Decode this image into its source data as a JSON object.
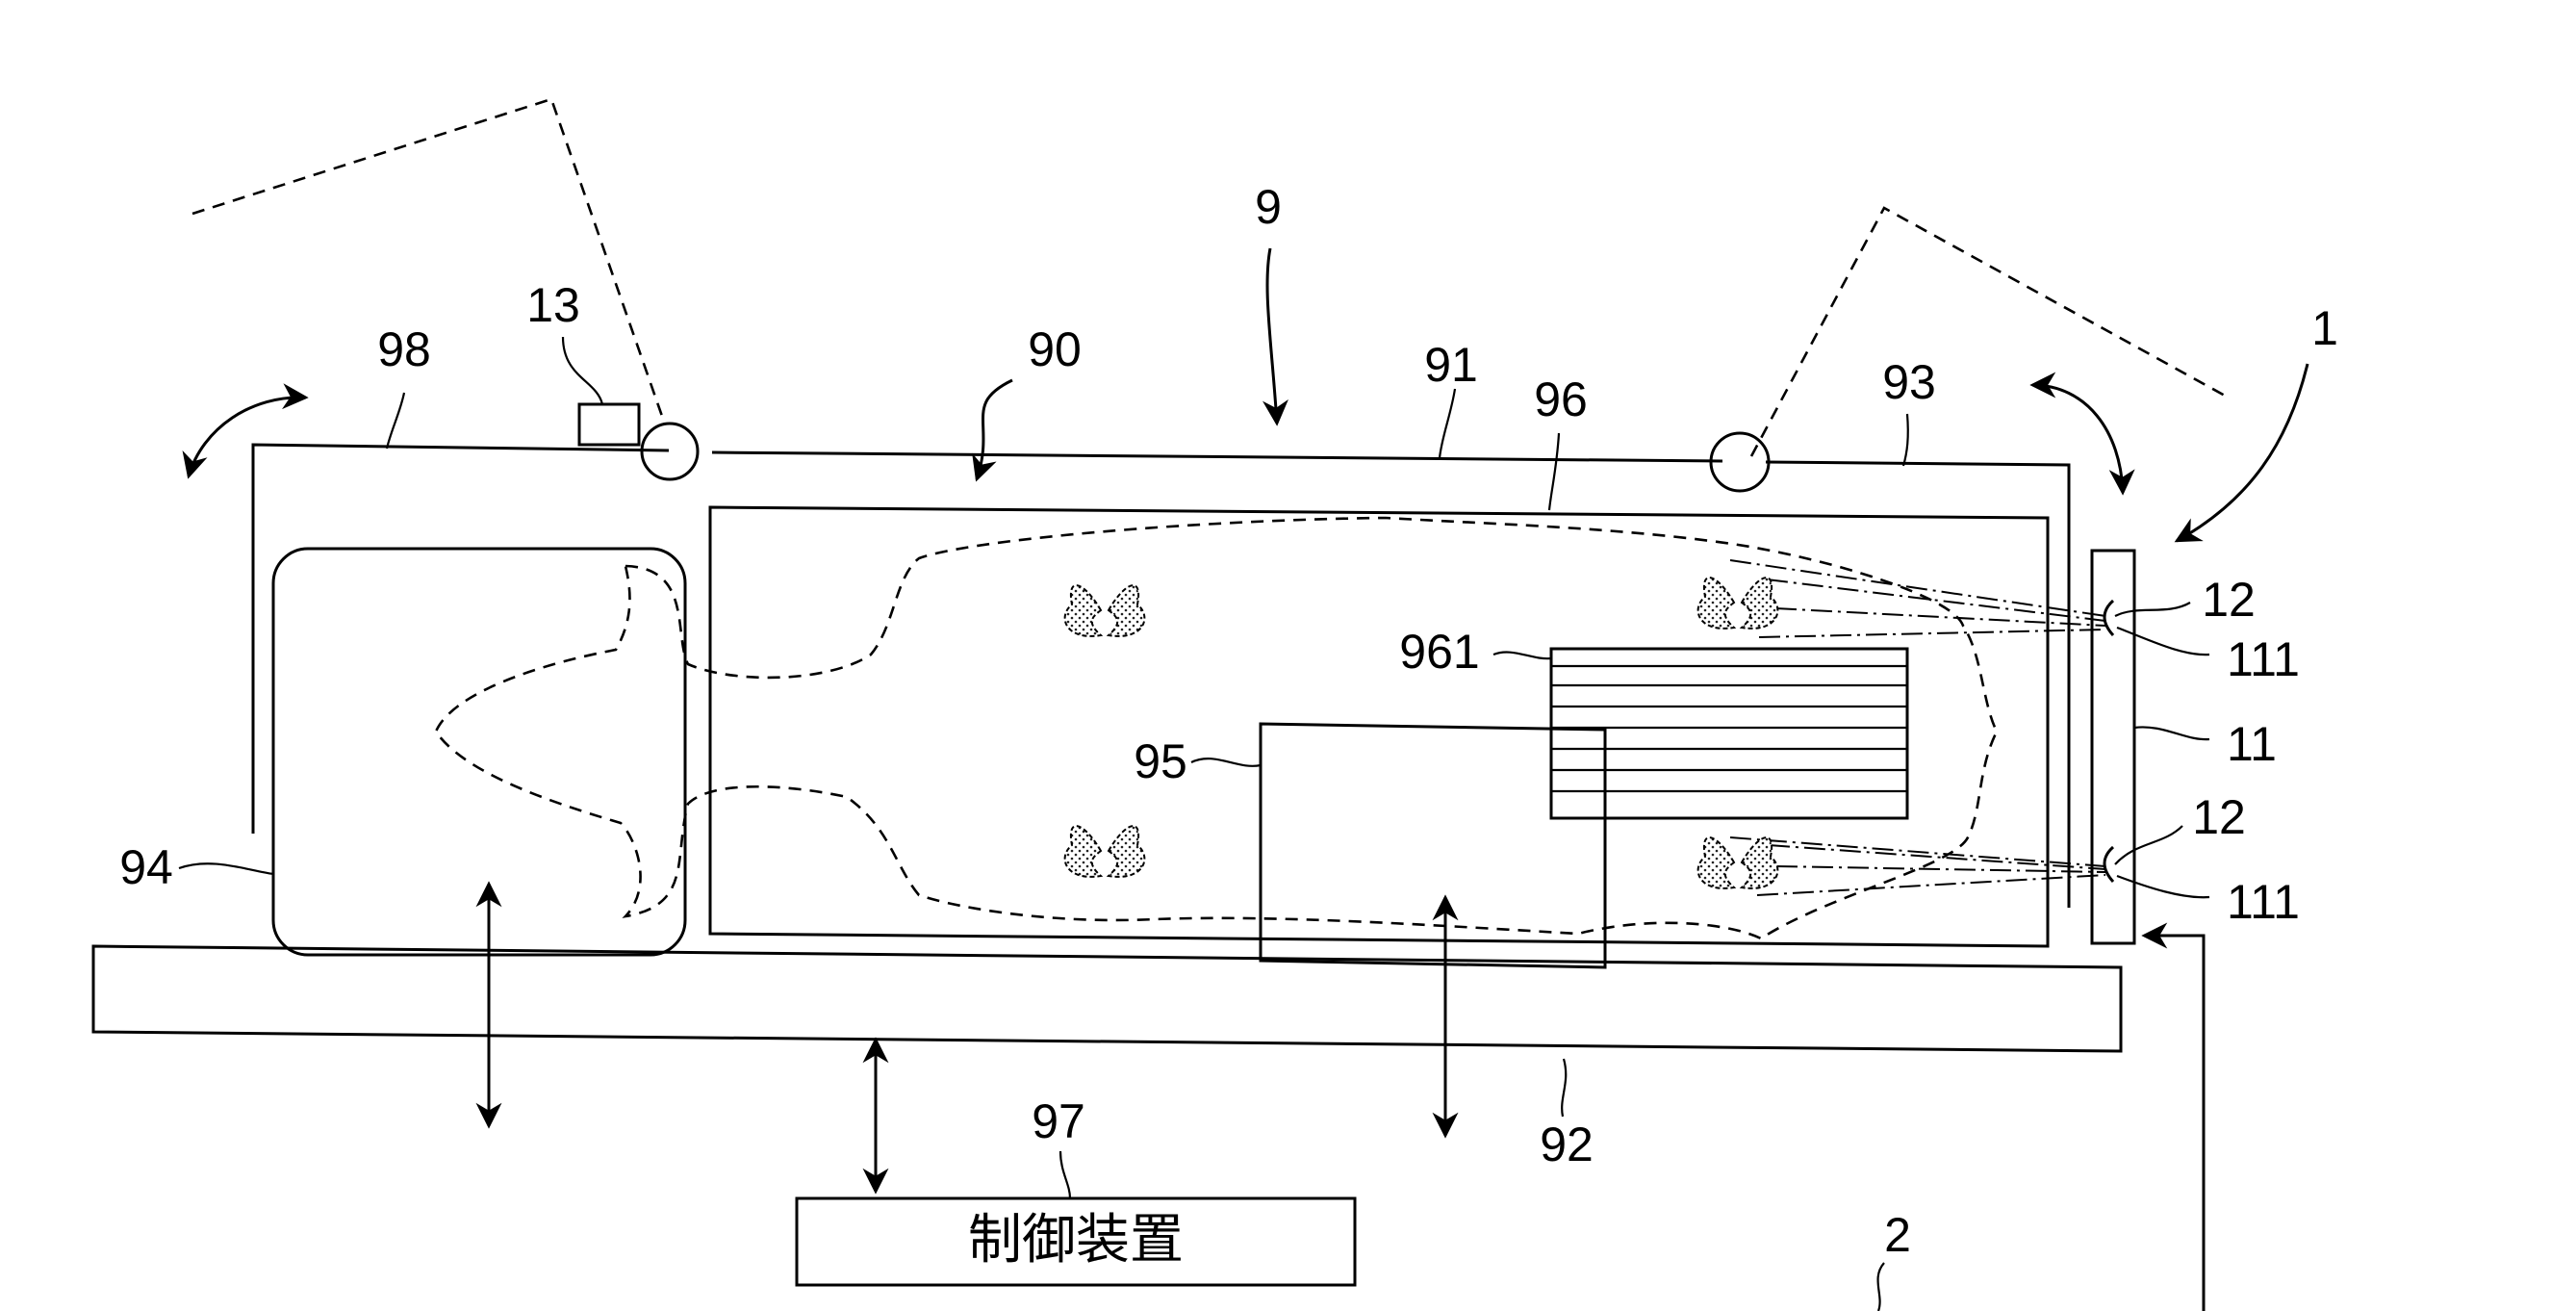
{
  "labels": {
    "l9": "9",
    "l1": "1",
    "l2": "2",
    "l11": "11",
    "l12_top": "12",
    "l12_bottom": "12",
    "l111_top": "111",
    "l111_bottom": "111",
    "l13": "13",
    "l90": "90",
    "l91": "91",
    "l92": "92",
    "l93": "93",
    "l94": "94",
    "l95": "95",
    "l96": "96",
    "l961": "961",
    "l97": "97",
    "l98": "98"
  },
  "control_box_text": "制御装置"
}
